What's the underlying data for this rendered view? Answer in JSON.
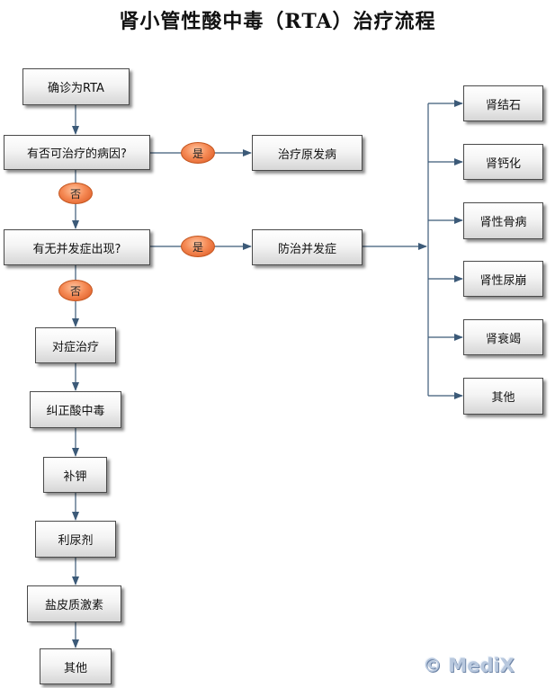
{
  "title": "肾小管性酸中毒（RTA）治疗流程",
  "colors": {
    "box_border": "#4a4a4a",
    "connector": "#3c5a78",
    "pill": "#f58a55",
    "watermark": "#b8c8de"
  },
  "nodes": {
    "confirm": "确诊为RTA",
    "treatable_cause": "有否可治疗的病因?",
    "treat_primary": "治疗原发病",
    "complications": "有无并发症出现?",
    "prevent_complications": "防治并发症",
    "symptomatic": "对症治疗",
    "correct_acidosis": "纠正酸中毒",
    "potassium": "补钾",
    "diuretic": "利尿剂",
    "corticosteroid": "盐皮质激素",
    "other_left": "其他"
  },
  "complication_items": [
    "肾结石",
    "肾钙化",
    "肾性骨病",
    "肾性尿崩",
    "肾衰竭",
    "其他"
  ],
  "labels": {
    "yes": "是",
    "no": "否"
  },
  "watermark": "© MediX"
}
